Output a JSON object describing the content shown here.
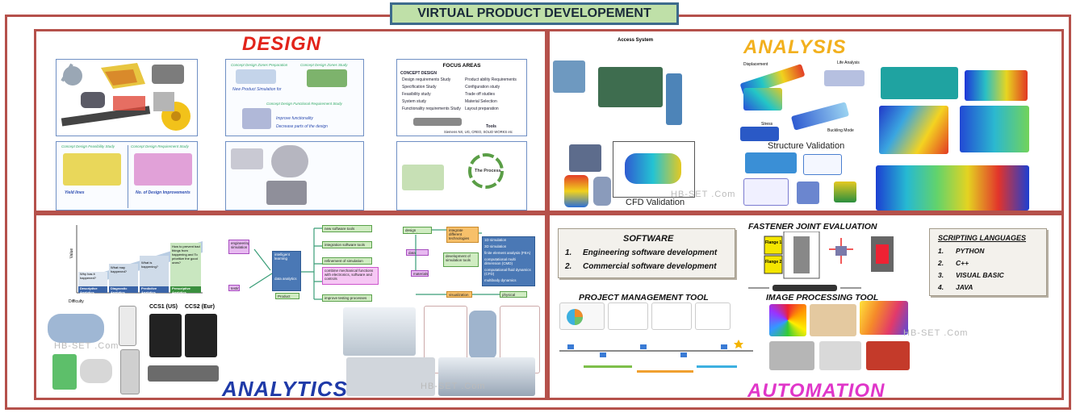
{
  "page": {
    "title": "VIRTUAL PRODUCT DEVELOPEMENT"
  },
  "design": {
    "title": "DESIGN",
    "panel_b": {
      "t1": "Concept Design Zones Preparation",
      "t2": "Concept Design Zones Study",
      "t3": "Concept Design Functional Requirement Study",
      "n1": "New Product Simulation for",
      "n2": "Improve functionality",
      "n3": "Decrease parts of the design"
    },
    "panel_c": {
      "title": "FOCUS AREAS",
      "subtitle": "CONCEPT DESIGN",
      "left_items": [
        "Design requirements Study",
        "Specification Study",
        "Feasibility study",
        "System study",
        "Functionality requirements Study"
      ],
      "right_items": [
        "Product ability Requirements",
        "Configuration study",
        "Trade off studies",
        "Material Selection",
        "Layout preparation"
      ],
      "tools_label": "Tools",
      "tools_value": "Siemens NX, UG, CREO, SOLID WORKS etc"
    },
    "panel_d": {
      "t1": "Concept Design Feasibility Study",
      "t2": "Concept Design Requirement Study",
      "n1": "Yield lines",
      "n2": "No. of Design Improvements"
    },
    "panel_f": {
      "process_label": "The Process"
    }
  },
  "analysis": {
    "title": "ANALYSIS",
    "access_system": "Access System",
    "displacement": "Displacement",
    "life_analysis": "Life Analysis",
    "stress": "Stress",
    "buckling_mode": "Buckling Mode",
    "structure_validation": "Structure Validation",
    "cfd_validation": "CFD Validation",
    "watermark": "HB-SET .Com"
  },
  "analytics": {
    "title": "ANALYTICS",
    "difficulty": "Difficulty",
    "value_axis": "Value",
    "stages": [
      {
        "question": "Why has it happened?",
        "name": "Descriptive Analytics"
      },
      {
        "question": "What may happened?",
        "name": "Diagnostic Analytics"
      },
      {
        "question": "What is happening?",
        "name": "Predictive Analytics"
      },
      {
        "question": "How to prevent bad things from happening and To prioritize the good ones?",
        "name": "Prescriptive Analytics"
      }
    ],
    "connectors": {
      "c1": "CCS1 (US)",
      "c2": "CCS2 (Eur)"
    },
    "flow1": {
      "engineering": "engineering simulation",
      "testing": "testing",
      "intelligent": "intelligent learning",
      "data_analytics": "data analytics",
      "product_design": "Product Design",
      "outputs": [
        "new software tools",
        "integration software tools",
        "refinement of simulation",
        "combine mechanical functions with electronics, software and controls",
        "improve testing processes"
      ]
    },
    "flow2": {
      "design_simulation": "design simulation",
      "data_analysis": "data analysis",
      "materials": "materials",
      "integrate": "integrate different technologies",
      "development": "development of simulation tools",
      "visualization": "visualization",
      "physical_testing": "physical testing",
      "sim_list": [
        "1D simulation",
        "3D simulation",
        "finite element analysis (FEA)",
        "computational multi dimension (CMD)",
        "computational fluid dynamics (CFD)",
        "multibody dynamics"
      ]
    },
    "watermark1": "HB-SET .Com",
    "watermark2": "HB-SET .Com"
  },
  "automation": {
    "title": "AUTOMATION",
    "software": {
      "title": "SOFTWARE",
      "items": [
        {
          "num": "1.",
          "text": "Engineering software development"
        },
        {
          "num": "2.",
          "text": "Commercial software development"
        }
      ]
    },
    "scripting": {
      "title": "SCRIPTING LANGUAGES",
      "items": [
        {
          "num": "1.",
          "text": "PYTHON"
        },
        {
          "num": "2.",
          "text": "C++"
        },
        {
          "num": "3.",
          "text": "VISUAL BASIC"
        },
        {
          "num": "4.",
          "text": "JAVA"
        }
      ]
    },
    "fastener_title": "FASTENER JOINT EVALUATION",
    "fastener_labels": {
      "flange1": "Flange 1",
      "flange2": "Flange 2"
    },
    "pm_title": "PROJECT MANAGEMENT TOOL",
    "ip_title": "IMAGE PROCESSING TOOL",
    "watermark": "HB-SET .Com"
  }
}
